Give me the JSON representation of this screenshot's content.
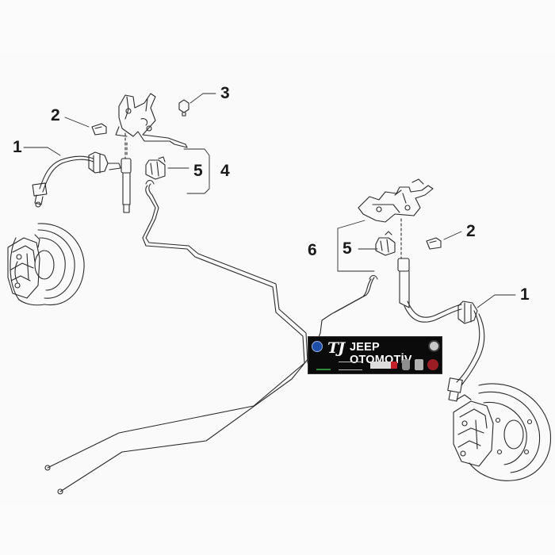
{
  "diagram": {
    "callouts": {
      "left_1": "1",
      "left_2": "2",
      "top_3": "3",
      "top_4": "4",
      "top_5": "5",
      "right_6": "6",
      "right_5": "5",
      "right_2": "2",
      "right_1": "1"
    }
  },
  "watermark": {
    "mark": "TJ",
    "name": "JEEP OTOMOTİV"
  },
  "colors": {
    "line": "#2a2a2a",
    "banner_bg": "#0b0b0b",
    "banner_text": "#ffffff"
  }
}
